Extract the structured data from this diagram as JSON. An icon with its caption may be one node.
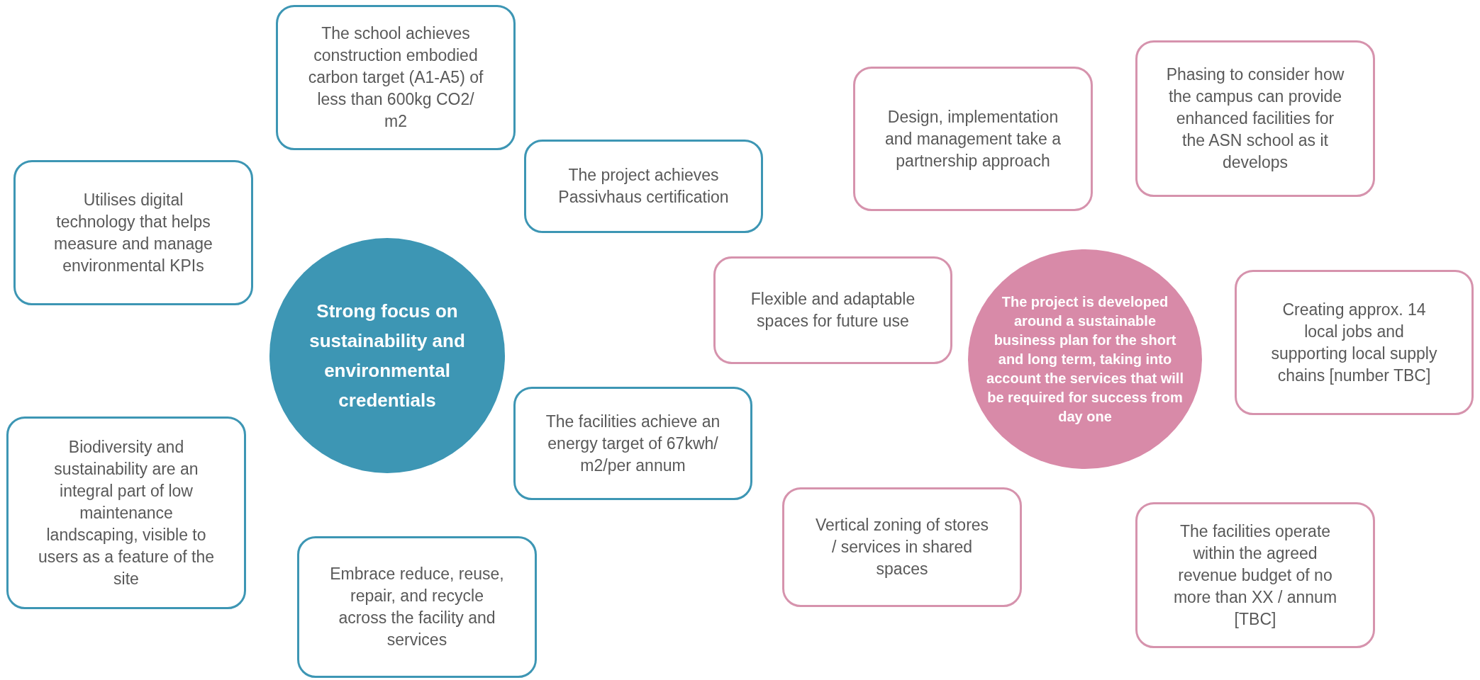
{
  "diagram": {
    "nodes": [
      {
        "text": [
          "Strong focus on sustainability and environmental credentials"
        ]
      },
      {
        "text": [
          "Utilises digital technology that helps measure and manage environmental KPIs"
        ]
      },
      {
        "text": [
          "The school achieves construction embodied carbon target (A1-A5) of less than 600kg CO2/ m2"
        ]
      },
      {
        "text": [
          "The project achieves Passivhaus certification"
        ]
      },
      {
        "text": [
          "The facilities achieve an energy target of 67kwh/ m2/per annum"
        ]
      },
      {
        "text": [
          "Biodiversity and sustainability are an integral part of low maintenance landscaping, visible to users as a feature of the site"
        ]
      },
      {
        "text": [
          "Embrace reduce, reuse, repair, and recycle across the facility and services"
        ]
      },
      {
        "text": [
          "The project is developed around a sustainable business plan for the short and long term, taking into account the services that will be required for success from day one"
        ]
      },
      {
        "text": [
          "Design, implementation and management take a partnership approach"
        ]
      },
      {
        "text": [
          "Phasing to consider how the campus can provide enhanced facilities for the ASN school as it develops"
        ]
      },
      {
        "text": [
          "Flexible and adaptable spaces for future use"
        ]
      },
      {
        "text": [
          "Creating approx. 14 local jobs and supporting local supply chains [number TBC]"
        ]
      },
      {
        "text": [
          "Vertical zoning of stores / services in shared spaces"
        ]
      },
      {
        "text": [
          "The facilities operate within the agreed revenue budget of no more than XX / annum [TBC]"
        ]
      }
    ]
  }
}
